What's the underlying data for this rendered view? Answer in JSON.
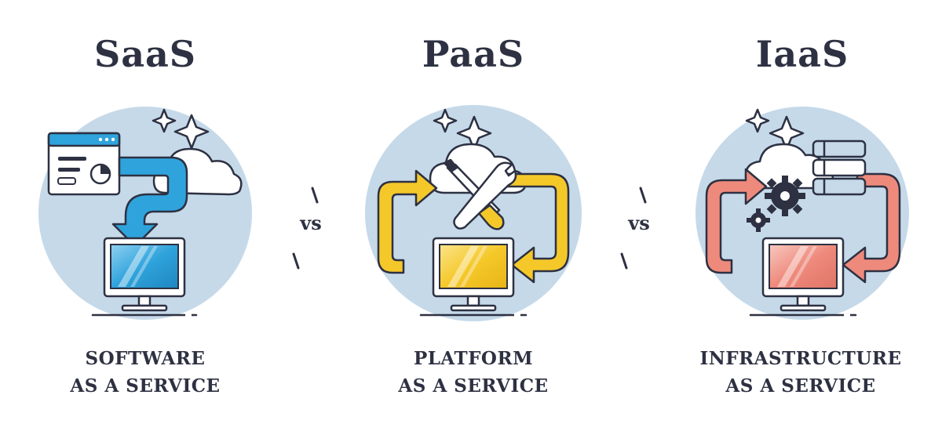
{
  "columns": [
    {
      "title": "SaaS",
      "caption_line1": "SOFTWARE",
      "caption_line2": "AS A SERVICE",
      "accent": "#2fa3dc"
    },
    {
      "title": "PaaS",
      "caption_line1": "PLATFORM",
      "caption_line2": "AS A SERVICE",
      "accent": "#f5c82a"
    },
    {
      "title": "IaaS",
      "caption_line1": "INFRASTRUCTURE",
      "caption_line2": "AS A SERVICE",
      "accent": "#ee8a7c"
    }
  ],
  "separators": [
    "vs",
    "vs"
  ],
  "colors": {
    "circle": "#c5d9e9",
    "outline": "#2d3142",
    "cloud": "#ffffff",
    "background": "#ffffff"
  }
}
